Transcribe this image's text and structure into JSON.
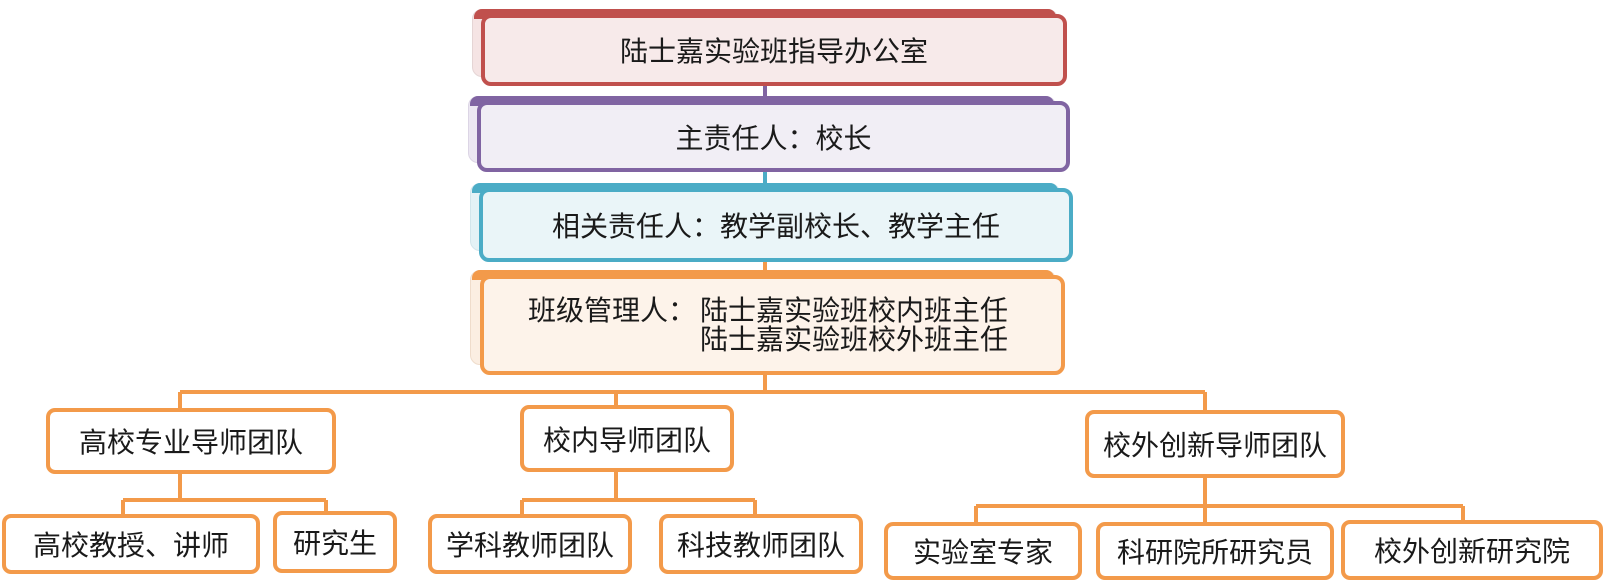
{
  "title": "陆士嘉实验班指导办公室",
  "leader": "主责任人：校长",
  "related": "相关责任人：教学副校长、教学主任",
  "manager": {
    "label": "班级管理人：",
    "line1": "陆士嘉实验班校内班主任",
    "line2": "陆士嘉实验班校外班主任"
  },
  "teams": [
    {
      "name": "高校专业导师团队",
      "members": [
        "高校教授、讲师",
        "研究生"
      ]
    },
    {
      "name": "校内导师团队",
      "members": [
        "学科教师团队",
        "科技教师团队"
      ]
    },
    {
      "name": "校外创新导师团队",
      "members": [
        "实验室专家",
        "科研院所研究员",
        "校外创新研究院"
      ]
    }
  ],
  "colors": {
    "red": "#c0504d",
    "red_fill": "#f7eaea",
    "purple": "#8064a2",
    "purple_fill": "#f1eef5",
    "teal": "#4bacc6",
    "teal_fill": "#eaf5f8",
    "orange": "#f39a4a",
    "orange_fill": "#fdf3ea"
  }
}
